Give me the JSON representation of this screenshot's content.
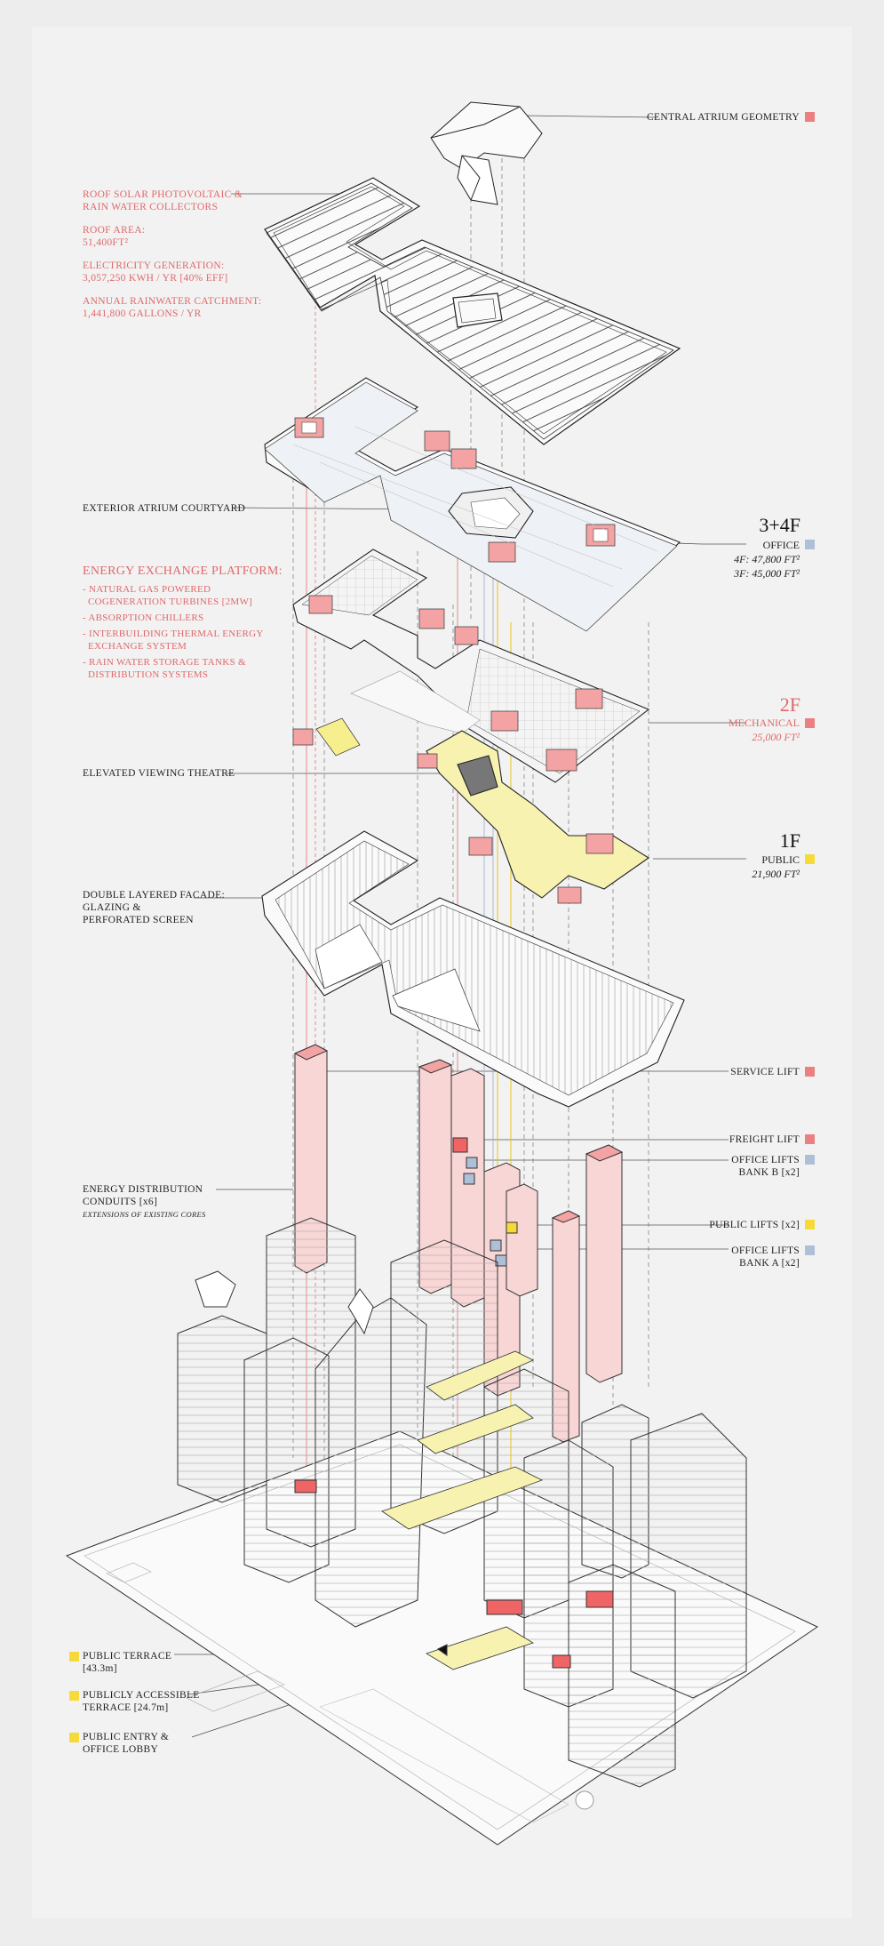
{
  "colors": {
    "red_swatch": "#ec7f80",
    "blue_swatch": "#aebfd8",
    "yellow_swatch": "#f6da3a",
    "pink_fill": "#f9d6d6",
    "yellow_fill": "#f7f2b0",
    "label_red": "#e0686a"
  },
  "left_labels": {
    "roof_pv": [
      "ROOF SOLAR PHOTOVOLTAIC &",
      "RAIN WATER COLLECTORS"
    ],
    "roof_area": [
      "ROOF AREA:",
      "51,400FT²"
    ],
    "electricity": [
      "ELECTRICITY GENERATION:",
      "3,057,250 KWH / YR [40% EFF]"
    ],
    "rainwater": [
      "ANNUAL RAINWATER CATCHMENT:",
      "1,441,800 GALLONS / YR"
    ],
    "atrium_courtyard": "EXTERIOR ATRIUM COURTYARD",
    "energy_platform_title": "ENERGY EXCHANGE PLATFORM:",
    "energy_items": [
      [
        "- NATURAL GAS POWERED",
        "  COGENERATION TURBINES [2MW]"
      ],
      [
        "- ABSORPTION CHILLERS"
      ],
      [
        "- INTERBUILDING THERMAL ENERGY",
        "  EXCHANGE SYSTEM"
      ],
      [
        "- RAIN WATER STORAGE TANKS &",
        "  DISTRIBUTION SYSTEMS"
      ]
    ],
    "viewing_theatre": "ELEVATED VIEWING THEATRE",
    "facade": [
      "DOUBLE LAYERED FACADE:",
      "GLAZING &",
      "PERFORATED SCREEN"
    ],
    "conduits": [
      "ENERGY DISTRIBUTION",
      "CONDUITS [x6]"
    ],
    "conduits_note": "EXTENSIONS OF EXISTING CORES",
    "public_terrace": [
      "PUBLIC TERRACE",
      "[43.3m]"
    ],
    "accessible_terrace": [
      "PUBLICLY ACCESSIBLE",
      "TERRACE [24.7m]"
    ],
    "public_entry": [
      "PUBLIC ENTRY &",
      "OFFICE LOBBY"
    ]
  },
  "right_labels": {
    "central_atrium": "CENTRAL ATRIUM GEOMETRY",
    "office_floor": "3+4F",
    "office_name": "OFFICE",
    "office_4f": "4F: 47,800 FT²",
    "office_3f": "3F: 45,000 FT²",
    "mech_floor": "2F",
    "mech_name": "MECHANICAL",
    "mech_area": "25,000 FT²",
    "public_floor": "1F",
    "public_name": "PUBLIC",
    "public_area": "21,900 FT²",
    "service_lift": "SERVICE  LIFT",
    "freight_lift": "FREIGHT  LIFT",
    "office_lifts_b": [
      "OFFICE LIFTS",
      "BANK B [x2]"
    ],
    "public_lifts": "PUBLIC LIFTS [x2]",
    "office_lifts_a": [
      "OFFICE LIFTS",
      "BANK A [x2]"
    ]
  },
  "icons": {
    "entry_marker": "triangle-arrow-icon"
  }
}
